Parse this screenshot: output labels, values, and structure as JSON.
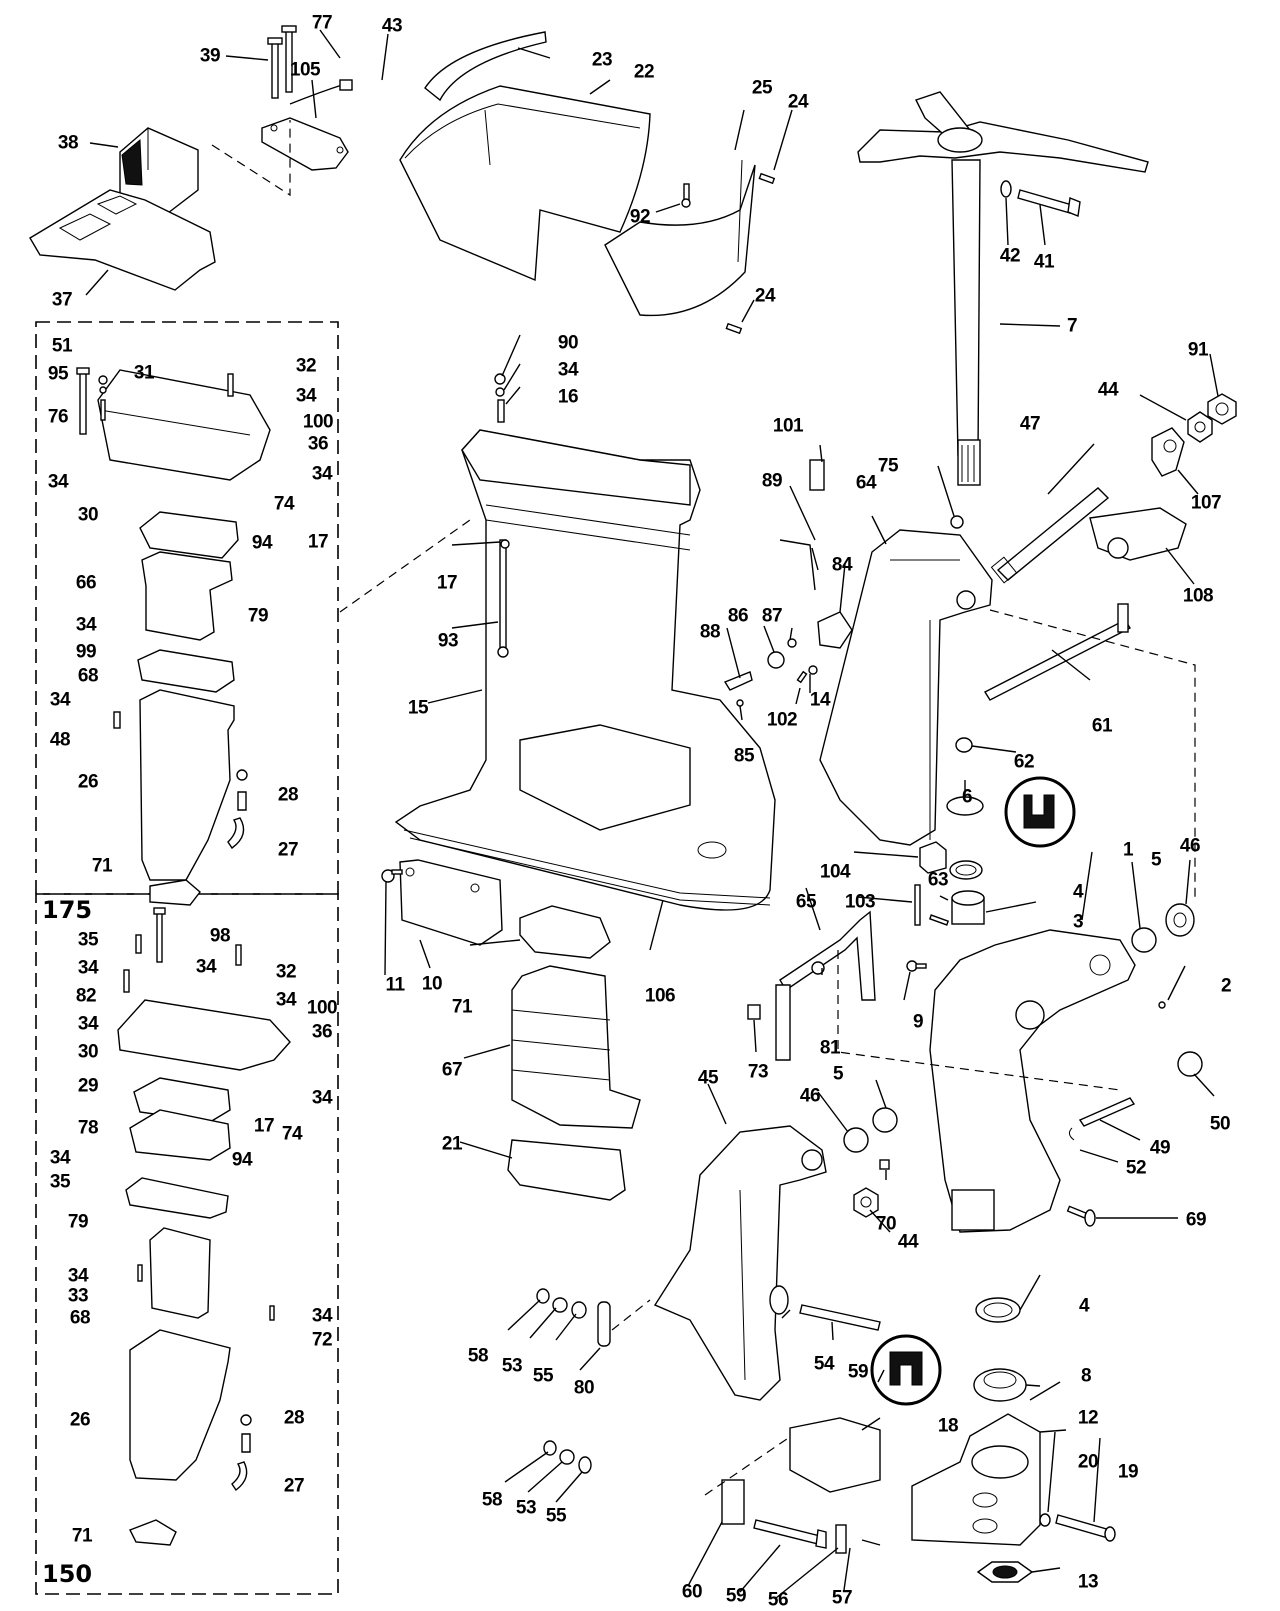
{
  "diagram": {
    "title": "Outboard midsection / swivel & stern bracket exploded parts view",
    "groups": {
      "upper_box_model": "175",
      "lower_box_model": "150"
    },
    "callouts": [
      {
        "id": "c39",
        "text": "39"
      },
      {
        "id": "c77",
        "text": "77"
      },
      {
        "id": "c43",
        "text": "43"
      },
      {
        "id": "c23",
        "text": "23"
      },
      {
        "id": "c22",
        "text": "22"
      },
      {
        "id": "c105",
        "text": "105"
      },
      {
        "id": "c38",
        "text": "38"
      },
      {
        "id": "c37",
        "text": "37"
      },
      {
        "id": "c25",
        "text": "25"
      },
      {
        "id": "c24a",
        "text": "24"
      },
      {
        "id": "c92",
        "text": "92"
      },
      {
        "id": "c24b",
        "text": "24"
      },
      {
        "id": "c42",
        "text": "42"
      },
      {
        "id": "c41",
        "text": "41"
      },
      {
        "id": "c7",
        "text": "7"
      },
      {
        "id": "c91",
        "text": "91"
      },
      {
        "id": "c44a",
        "text": "44"
      },
      {
        "id": "c47",
        "text": "47"
      },
      {
        "id": "c107",
        "text": "107"
      },
      {
        "id": "c108",
        "text": "108"
      },
      {
        "id": "c101",
        "text": "101"
      },
      {
        "id": "c89",
        "text": "89"
      },
      {
        "id": "c75",
        "text": "75"
      },
      {
        "id": "c64",
        "text": "64"
      },
      {
        "id": "c84",
        "text": "84"
      },
      {
        "id": "c86",
        "text": "86"
      },
      {
        "id": "c87",
        "text": "87"
      },
      {
        "id": "c88",
        "text": "88"
      },
      {
        "id": "c14",
        "text": "14"
      },
      {
        "id": "c102",
        "text": "102"
      },
      {
        "id": "c85",
        "text": "85"
      },
      {
        "id": "c61",
        "text": "61"
      },
      {
        "id": "c62",
        "text": "62"
      },
      {
        "id": "c90",
        "text": "90"
      },
      {
        "id": "c34t",
        "text": "34"
      },
      {
        "id": "c16",
        "text": "16"
      },
      {
        "id": "c17m",
        "text": "17"
      },
      {
        "id": "c93",
        "text": "93"
      },
      {
        "id": "c15",
        "text": "15"
      },
      {
        "id": "c11",
        "text": "11"
      },
      {
        "id": "c10",
        "text": "10"
      },
      {
        "id": "c71m",
        "text": "71"
      },
      {
        "id": "c106",
        "text": "106"
      },
      {
        "id": "c67",
        "text": "67"
      },
      {
        "id": "c21",
        "text": "21"
      },
      {
        "id": "c6",
        "text": "6"
      },
      {
        "id": "c104",
        "text": "104"
      },
      {
        "id": "c4a",
        "text": "4"
      },
      {
        "id": "c103",
        "text": "103"
      },
      {
        "id": "c63",
        "text": "63"
      },
      {
        "id": "c3",
        "text": "3"
      },
      {
        "id": "c1",
        "text": "1"
      },
      {
        "id": "c5a",
        "text": "5"
      },
      {
        "id": "c46a",
        "text": "46"
      },
      {
        "id": "c2",
        "text": "2"
      },
      {
        "id": "c65",
        "text": "65"
      },
      {
        "id": "c9",
        "text": "9"
      },
      {
        "id": "c81",
        "text": "81"
      },
      {
        "id": "c73",
        "text": "73"
      },
      {
        "id": "c50",
        "text": "50"
      },
      {
        "id": "c45",
        "text": "45"
      },
      {
        "id": "c46b",
        "text": "46"
      },
      {
        "id": "c5b",
        "text": "5"
      },
      {
        "id": "c70",
        "text": "70"
      },
      {
        "id": "c44b",
        "text": "44"
      },
      {
        "id": "c49",
        "text": "49"
      },
      {
        "id": "c52",
        "text": "52"
      },
      {
        "id": "c69",
        "text": "69"
      },
      {
        "id": "c4b",
        "text": "4"
      },
      {
        "id": "c54",
        "text": "54"
      },
      {
        "id": "c59a",
        "text": "59"
      },
      {
        "id": "c8",
        "text": "8"
      },
      {
        "id": "c12",
        "text": "12"
      },
      {
        "id": "c18",
        "text": "18"
      },
      {
        "id": "c20",
        "text": "20"
      },
      {
        "id": "c19",
        "text": "19"
      },
      {
        "id": "c13",
        "text": "13"
      },
      {
        "id": "c58a",
        "text": "58"
      },
      {
        "id": "c53a",
        "text": "53"
      },
      {
        "id": "c55a",
        "text": "55"
      },
      {
        "id": "c80",
        "text": "80"
      },
      {
        "id": "c58b",
        "text": "58"
      },
      {
        "id": "c53b",
        "text": "53"
      },
      {
        "id": "c55b",
        "text": "55"
      },
      {
        "id": "c60",
        "text": "60"
      },
      {
        "id": "c59b",
        "text": "59"
      },
      {
        "id": "c56",
        "text": "56"
      },
      {
        "id": "c57",
        "text": "57"
      },
      {
        "id": "u51",
        "text": "51"
      },
      {
        "id": "u95",
        "text": "95"
      },
      {
        "id": "u31",
        "text": "31"
      },
      {
        "id": "u32",
        "text": "32"
      },
      {
        "id": "u34a",
        "text": "34"
      },
      {
        "id": "u76",
        "text": "76"
      },
      {
        "id": "u100",
        "text": "100"
      },
      {
        "id": "u36",
        "text": "36"
      },
      {
        "id": "u34b",
        "text": "34"
      },
      {
        "id": "u34c",
        "text": "34"
      },
      {
        "id": "u74",
        "text": "74"
      },
      {
        "id": "u30",
        "text": "30"
      },
      {
        "id": "u94",
        "text": "94"
      },
      {
        "id": "u17",
        "text": "17"
      },
      {
        "id": "u66",
        "text": "66"
      },
      {
        "id": "u34d",
        "text": "34"
      },
      {
        "id": "u79",
        "text": "79"
      },
      {
        "id": "u99",
        "text": "99"
      },
      {
        "id": "u68",
        "text": "68"
      },
      {
        "id": "u34e",
        "text": "34"
      },
      {
        "id": "u48",
        "text": "48"
      },
      {
        "id": "u26",
        "text": "26"
      },
      {
        "id": "u28",
        "text": "28"
      },
      {
        "id": "u27",
        "text": "27"
      },
      {
        "id": "u71",
        "text": "71"
      },
      {
        "id": "l35a",
        "text": "35"
      },
      {
        "id": "l98",
        "text": "98"
      },
      {
        "id": "l34a",
        "text": "34"
      },
      {
        "id": "l34b",
        "text": "34"
      },
      {
        "id": "l32",
        "text": "32"
      },
      {
        "id": "l82",
        "text": "82"
      },
      {
        "id": "l34c",
        "text": "34"
      },
      {
        "id": "l34d",
        "text": "34"
      },
      {
        "id": "l100",
        "text": "100"
      },
      {
        "id": "l30",
        "text": "30"
      },
      {
        "id": "l36",
        "text": "36"
      },
      {
        "id": "l34e",
        "text": "34"
      },
      {
        "id": "l29",
        "text": "29"
      },
      {
        "id": "l17",
        "text": "17"
      },
      {
        "id": "l74",
        "text": "74"
      },
      {
        "id": "l78",
        "text": "78"
      },
      {
        "id": "l94",
        "text": "94"
      },
      {
        "id": "l34f",
        "text": "34"
      },
      {
        "id": "l35b",
        "text": "35"
      },
      {
        "id": "l79",
        "text": "79"
      },
      {
        "id": "l34g",
        "text": "34"
      },
      {
        "id": "l33",
        "text": "33"
      },
      {
        "id": "l68",
        "text": "68"
      },
      {
        "id": "l34h",
        "text": "34"
      },
      {
        "id": "l72",
        "text": "72"
      },
      {
        "id": "l26",
        "text": "26"
      },
      {
        "id": "l28",
        "text": "28"
      },
      {
        "id": "l27",
        "text": "27"
      },
      {
        "id": "l71",
        "text": "71"
      }
    ],
    "symbols": [
      {
        "name": "seal-lip-up-symbol",
        "meaning": "seal lip orientation (item 4, upper)"
      },
      {
        "name": "seal-lip-down-symbol",
        "meaning": "seal lip orientation (item 4, lower)"
      }
    ]
  }
}
